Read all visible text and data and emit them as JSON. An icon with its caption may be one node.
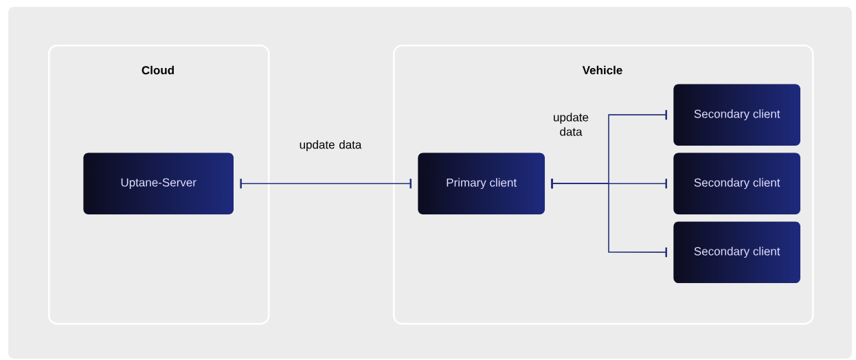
{
  "diagram": {
    "nodes": [
      {
        "text": [
          "Cloud"
        ]
      },
      {
        "text": [
          "Vehicle"
        ]
      },
      {
        "text": [
          "Uptane-Server"
        ],
        "in": 0
      },
      {
        "text": [
          "Primary client"
        ],
        "in": 1
      },
      {
        "text": [
          "Secondary client"
        ],
        "in": 1
      },
      {
        "text": [
          "Secondary client"
        ],
        "in": 1
      },
      {
        "text": [
          "Secondary client"
        ],
        "in": 1
      }
    ],
    "edges": [
      {
        "from": 2,
        "to": 3,
        "arrow": "other",
        "label": "update data"
      },
      {
        "from": 3,
        "to": 4,
        "arrow": "other",
        "label": "update data"
      },
      {
        "from": 3,
        "to": 5,
        "arrow": "other"
      },
      {
        "from": 3,
        "to": 6,
        "arrow": "other"
      }
    ]
  }
}
